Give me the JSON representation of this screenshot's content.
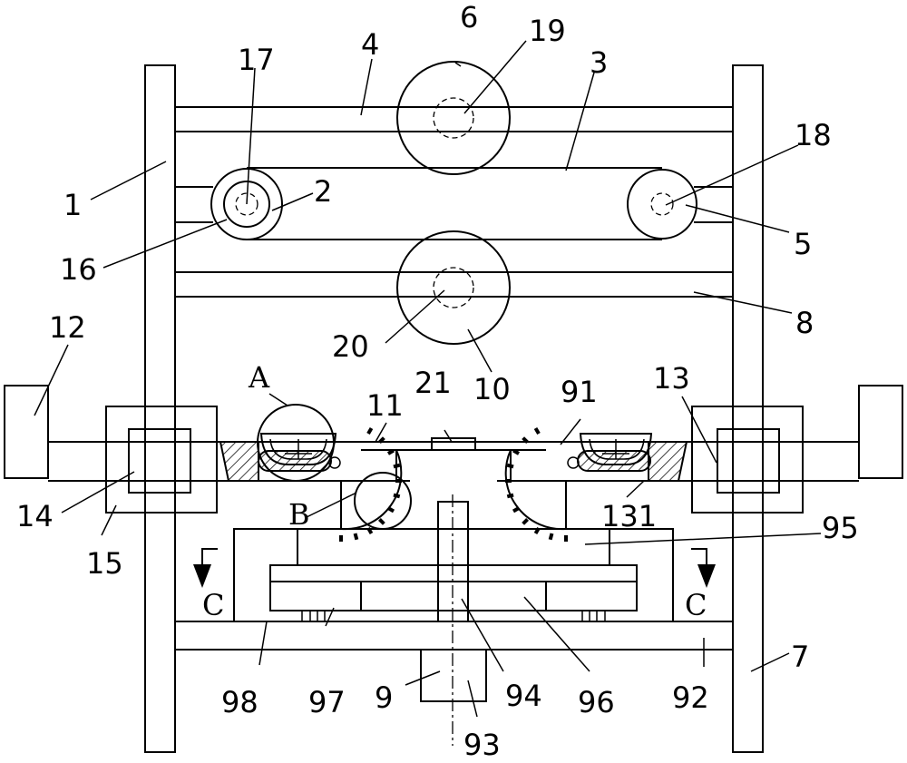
{
  "labels": {
    "l1": "1",
    "l2": "2",
    "l3": "3",
    "l4": "4",
    "l5": "5",
    "l6": "6",
    "l7": "7",
    "l8": "8",
    "l9": "9",
    "l10": "10",
    "l11": "11",
    "l12": "12",
    "l13": "13",
    "l14": "14",
    "l15": "15",
    "l16": "16",
    "l17": "17",
    "l18": "18",
    "l19": "19",
    "l20": "20",
    "l21": "21",
    "l91": "91",
    "l92": "92",
    "l93": "93",
    "l94": "94",
    "l95": "95",
    "l96": "96",
    "l97": "97",
    "l98": "98",
    "l131": "131",
    "lA": "A",
    "lB": "B",
    "lC1": "C",
    "lC2": "C"
  }
}
